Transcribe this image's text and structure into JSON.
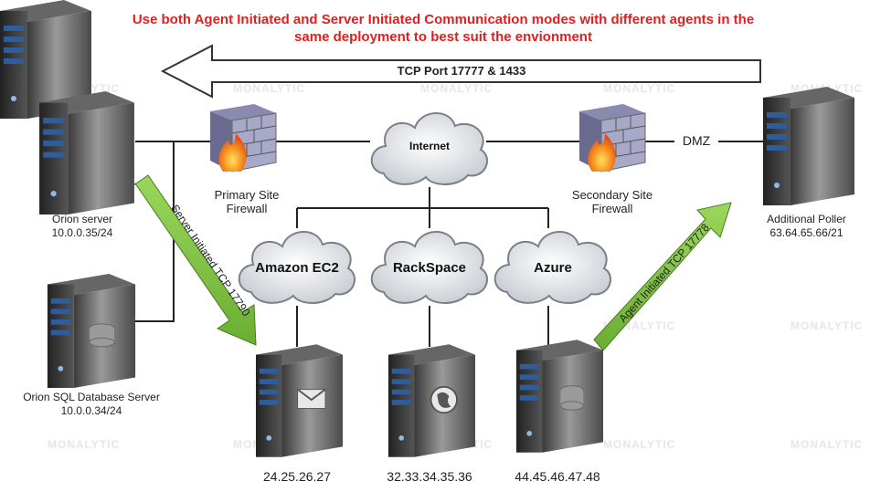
{
  "title_line1": "Use both Agent Initiated and Server Initiated Communication modes with different agents in the",
  "title_line2": "same deployment to best suit the envionment",
  "top_arrow_label": "TCP Port 17777 & 1433",
  "dmz_label": "DMZ",
  "internet_label": "Internet",
  "primary_firewall": {
    "line1": "Primary Site",
    "line2": "Firewall"
  },
  "secondary_firewall": {
    "line1": "Secondary Site",
    "line2": "Firewall"
  },
  "orion_server": {
    "name": "Orion server",
    "ip": "10.0.0.35/24"
  },
  "sql_server": {
    "name": "Orion SQL Database Server",
    "ip": "10.0.0.34/24"
  },
  "additional_poller": {
    "name": "Additional Poller",
    "ip": "63.64.65.66/21"
  },
  "clouds": [
    "Amazon EC2",
    "RackSpace",
    "Azure"
  ],
  "agent_ips": [
    "24.25.26.27",
    "32.33.34.35.36",
    "44.45.46.47.48"
  ],
  "server_initiated_label": "Server Initiated TCP 17790",
  "agent_initiated_label": "Agent Initiated TCP 17778",
  "watermark": "MONALYTIC",
  "colors": {
    "title": "#e02020",
    "green_arrow": "#7dc242",
    "server_blue": "#2f5d9c",
    "flame": "#f08020"
  }
}
